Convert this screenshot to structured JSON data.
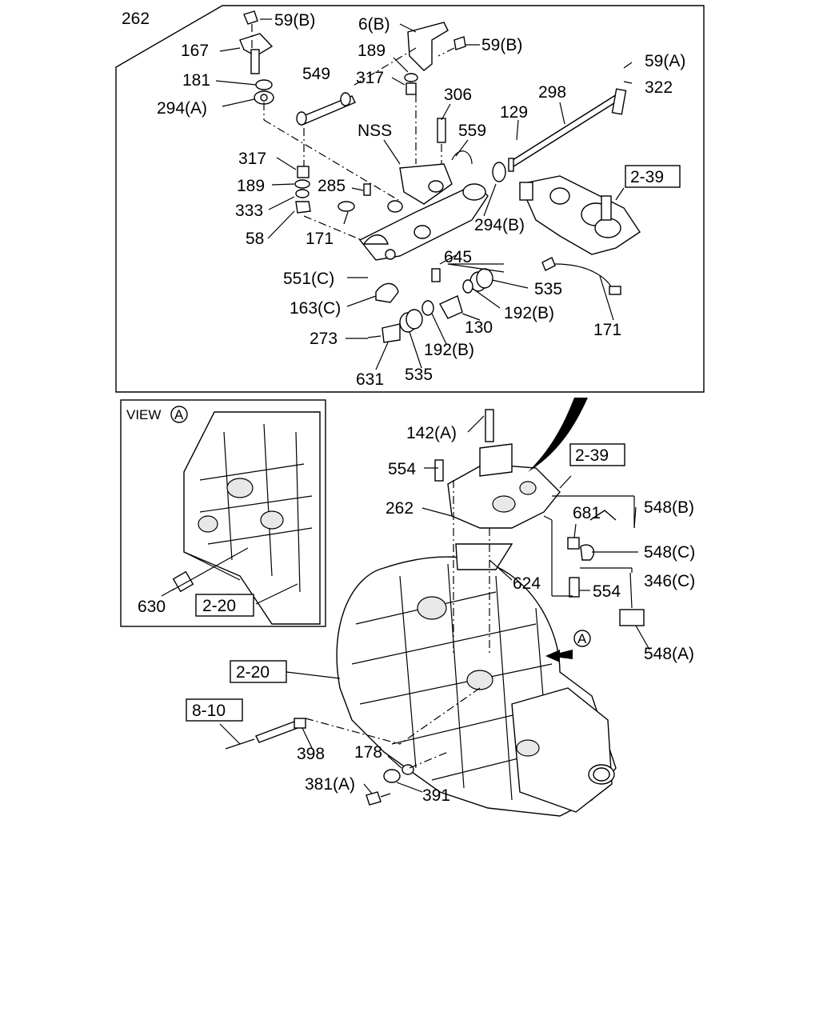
{
  "labels": {
    "l262_top": "262",
    "l59B_1": "59(B)",
    "l167": "167",
    "l181": "181",
    "l294A": "294(A)",
    "l6B": "6(B)",
    "l59B_2": "59(B)",
    "l189_top": "189",
    "l317_top": "317",
    "l549": "549",
    "l306": "306",
    "lNSS": "NSS",
    "l559": "559",
    "l129": "129",
    "l298": "298",
    "l59A": "59(A)",
    "l322": "322",
    "l317_mid": "317",
    "l189_mid": "189",
    "l333": "333",
    "l58": "58",
    "l285": "285",
    "l171_left": "171",
    "l294B": "294(B)",
    "l645": "645",
    "l551C": "551(C)",
    "l163C": "163(C)",
    "l535_right": "535",
    "l192B_right": "192(B)",
    "l130": "130",
    "l192B_low": "192(B)",
    "l171_right": "171",
    "l273": "273",
    "l631": "631",
    "l535_low": "535",
    "l142A": "142(A)",
    "l554_top": "554",
    "l262_mid": "262",
    "l681": "681",
    "l548B": "548(B)",
    "l548C": "548(C)",
    "l624": "624",
    "l554_low": "554",
    "l346C": "346(C)",
    "l548A": "548(A)",
    "l630": "630",
    "l178": "178",
    "l398": "398",
    "l381A": "381(A)",
    "l391": "391",
    "view_title": "VIEW",
    "view_marker": "A",
    "arrow_marker": "A"
  },
  "refs": {
    "r239_top": "2-39",
    "r239_mid": "2-39",
    "r220_view": "2-20",
    "r220_main": "2-20",
    "r810": "8-10"
  }
}
